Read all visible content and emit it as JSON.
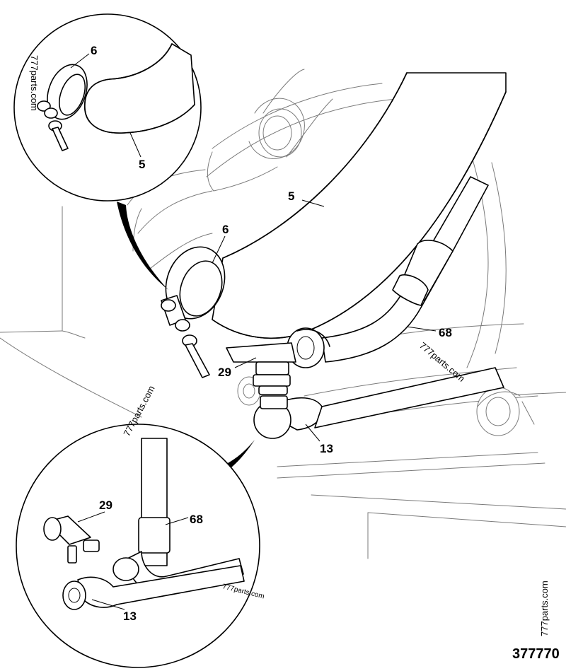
{
  "diagram": {
    "callouts": {
      "main_hose": "5",
      "main_clamp": "6",
      "main_adapter": "29",
      "main_pipe": "68",
      "main_elbow": "13",
      "detail_top_clamp": "6",
      "detail_top_hose": "5",
      "detail_bottom_adapter": "29",
      "detail_bottom_pipe": "68",
      "detail_bottom_elbow": "13"
    },
    "watermarks": {
      "top_left": "777parts.com",
      "center_right": "777parts.com",
      "lower_left": "777parts.com",
      "lower_center": "777parts.com",
      "right_edge": "777parts.com"
    },
    "figure_number": "377770"
  }
}
